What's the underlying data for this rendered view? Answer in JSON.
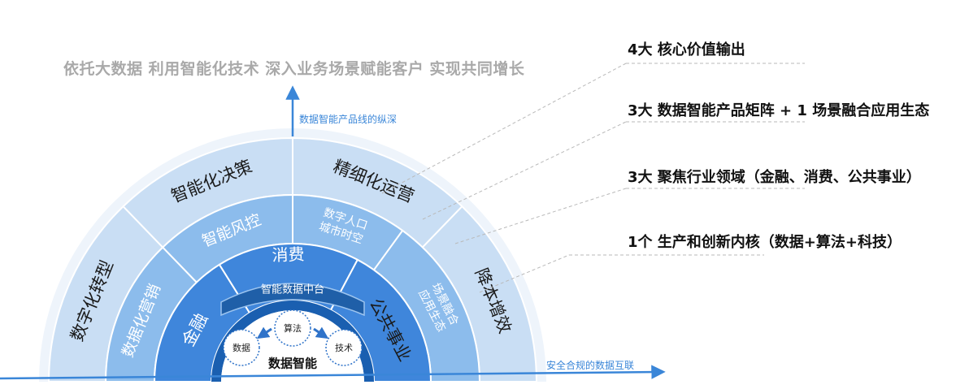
{
  "headline": "依托大数据 利用智能化技术 深入业务场景赋能客户 实现共同增长",
  "vertical_axis_label": "数据智能产品线的纵深",
  "horizontal_axis_label": "安全合规的数据互联",
  "callouts": [
    "4大 核心价值输出",
    "3大 数据智能产品矩阵 + 1 场景融合应用生态",
    "3大 聚焦行业领域（金融、消费、公共事业）",
    "1个 生产和创新内核（数据+算法+科技）"
  ],
  "ring4": [
    "数字化转型",
    "智能化决策",
    "精细化运营",
    "降本增效"
  ],
  "ring3": [
    "数据化营销",
    "智能风控",
    "数字人口",
    "城市时空",
    "场景融合",
    "应用生态"
  ],
  "ring2": [
    "金融",
    "消费",
    "公共事业"
  ],
  "platform": "智能数据中台",
  "core": {
    "title": "数据智能",
    "data": "数据",
    "algorithm": "算法",
    "technology": "技术"
  },
  "colors": {
    "ring4": "#c9def4",
    "ring3": "#8cbcec",
    "ring2": "#3f86db",
    "ring1": "#1a5fb0",
    "platform": "#1f5fa8",
    "core": "#ffffff",
    "axis": "#3a86d8",
    "text_dark": "#1a1a1a",
    "text_light": "#ffffff"
  }
}
